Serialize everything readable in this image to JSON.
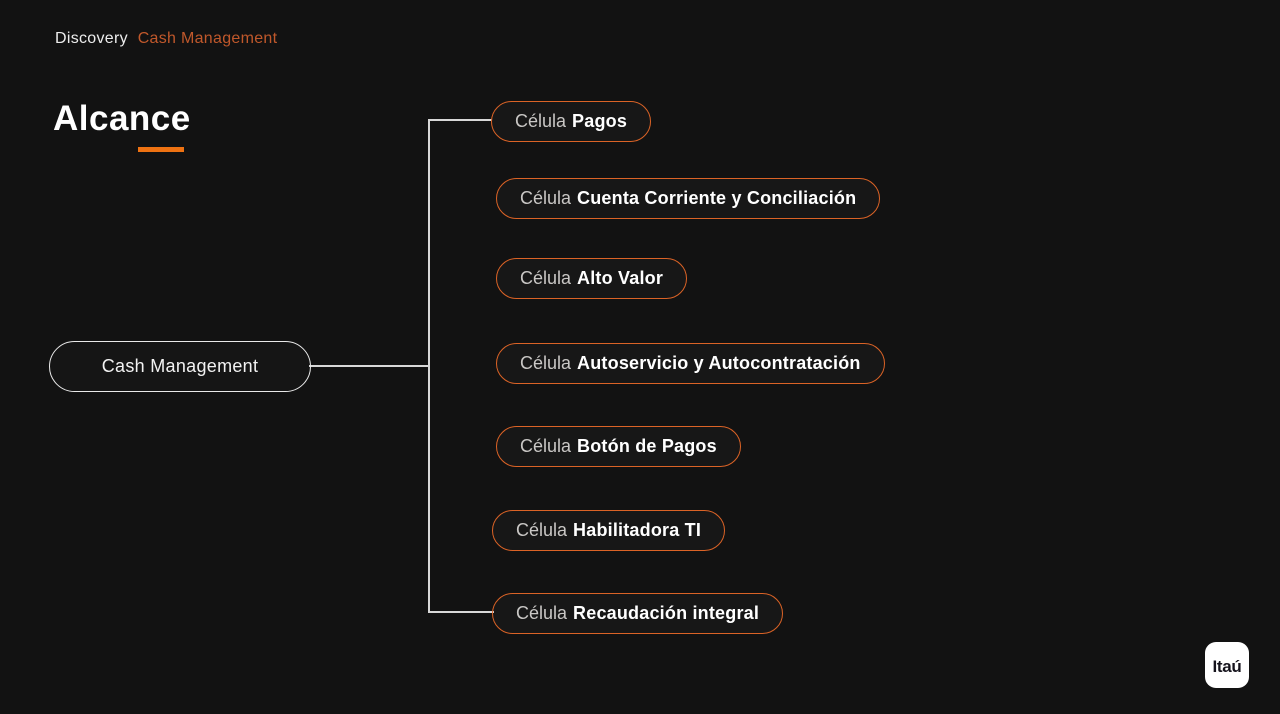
{
  "header": {
    "prefix": "Discovery",
    "highlight": "Cash Management"
  },
  "title": {
    "text": "Alcance"
  },
  "root_node": {
    "label": "Cash Management"
  },
  "cells": [
    {
      "prefix": "Célula",
      "name": "Pagos"
    },
    {
      "prefix": "Célula",
      "name": "Cuenta Corriente y Conciliación"
    },
    {
      "prefix": "Célula",
      "name": "Alto Valor"
    },
    {
      "prefix": "Célula",
      "name": "Autoservicio y Autocontratación"
    },
    {
      "prefix": "Célula",
      "name": "Botón de Pagos"
    },
    {
      "prefix": "Célula",
      "name": "Habilitadora TI"
    },
    {
      "prefix": "Célula",
      "name": "Recaudación integral"
    }
  ],
  "logo": {
    "text": "Itaú"
  },
  "colors": {
    "background": "#121212",
    "accent_orange": "#db6326",
    "underline_orange": "#ee7212",
    "header_orange": "#c0582b",
    "line_gray": "#d8d8d8"
  }
}
